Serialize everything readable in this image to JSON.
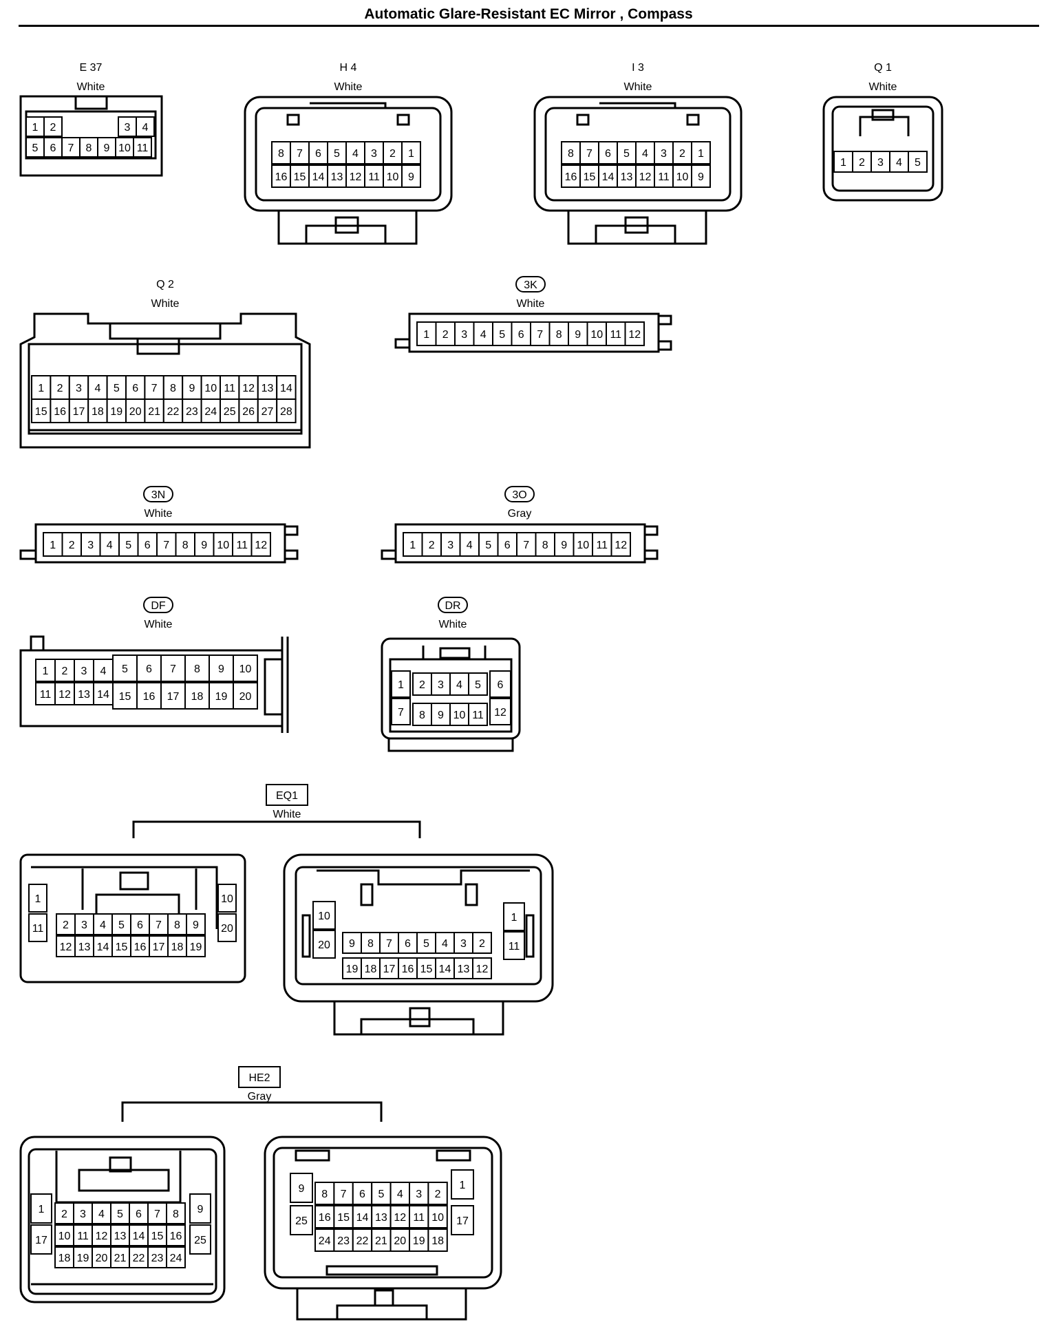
{
  "title": "Automatic Glare-Resistant EC Mirror , Compass",
  "connectors": [
    {
      "id": "E 37",
      "color": "White",
      "boxed": false
    },
    {
      "id": "H 4",
      "color": "White",
      "boxed": false
    },
    {
      "id": "I 3",
      "color": "White",
      "boxed": false
    },
    {
      "id": "Q 1",
      "color": "White",
      "boxed": false
    },
    {
      "id": "Q 2",
      "color": "White",
      "boxed": false
    },
    {
      "id": "3K",
      "color": "White",
      "boxed": "oval"
    },
    {
      "id": "3N",
      "color": "White",
      "boxed": "oval"
    },
    {
      "id": "3O",
      "color": "Gray",
      "boxed": "oval"
    },
    {
      "id": "DF",
      "color": "White",
      "boxed": "oval"
    },
    {
      "id": "DR",
      "color": "White",
      "boxed": "oval"
    },
    {
      "id": "EQ1",
      "color": "White",
      "boxed": "rect"
    },
    {
      "id": "HE2",
      "color": "Gray",
      "boxed": "rect"
    }
  ]
}
